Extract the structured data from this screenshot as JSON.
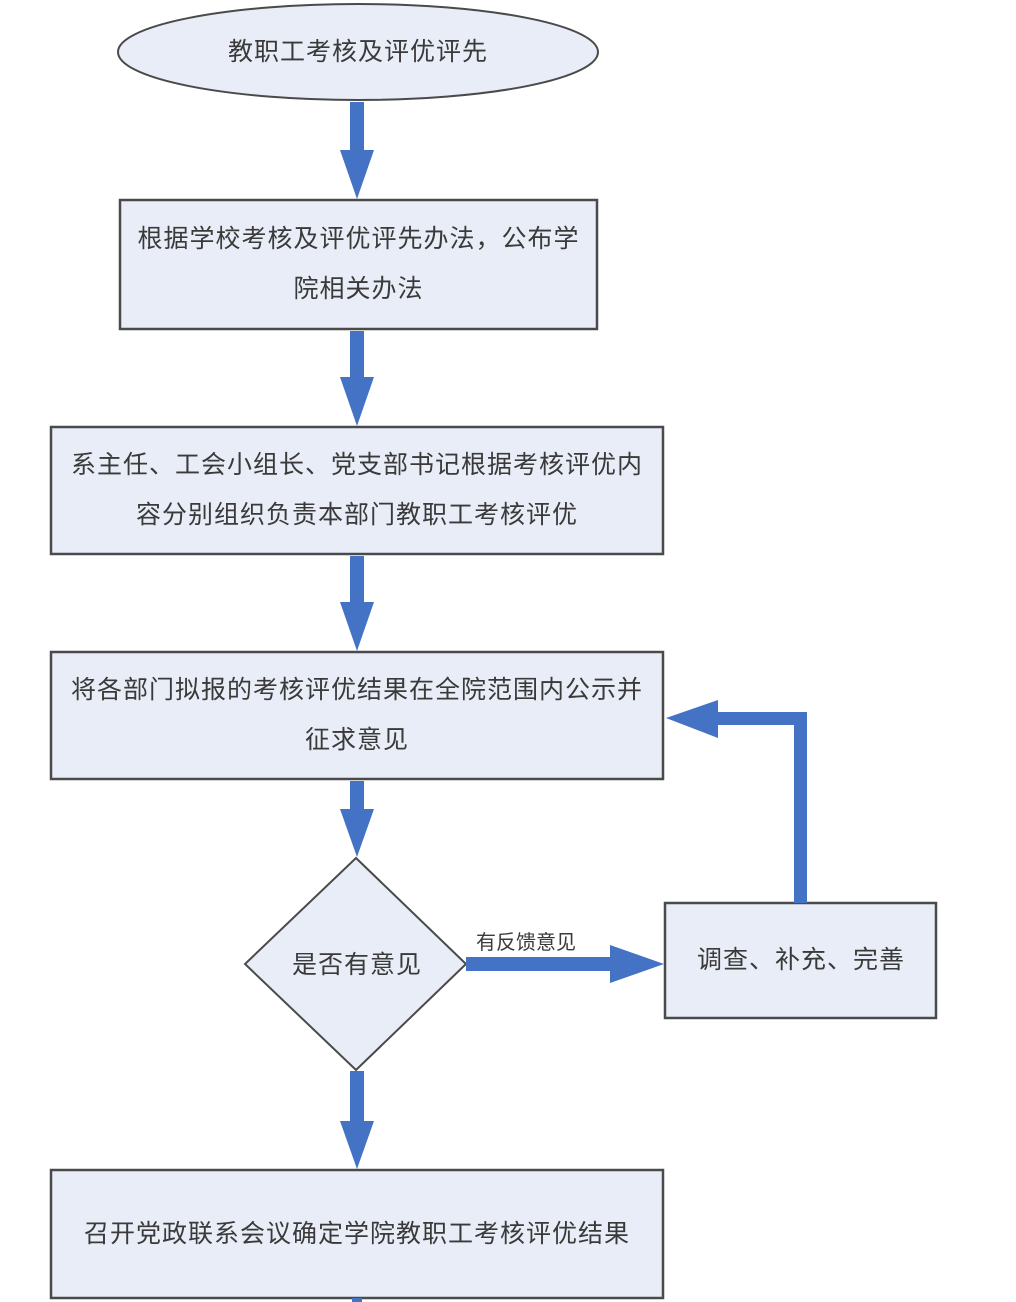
{
  "colors": {
    "node_fill": "#e8edf7",
    "node_stroke": "#4a4a4a",
    "arrow": "#4472c4",
    "text": "#3a3a3a",
    "background": "#ffffff"
  },
  "nodes": {
    "start": {
      "shape": "ellipse",
      "text": "教职工考核及评优评先"
    },
    "step1": {
      "shape": "rectangle",
      "text": "根据学校考核及评优评先办法，公布学院相关办法"
    },
    "step2": {
      "shape": "rectangle",
      "text": "系主任、工会小组长、党支部书记根据考核评优内容分别组织负责本部门教职工考核评优"
    },
    "step3": {
      "shape": "rectangle",
      "text": "将各部门拟报的考核评优结果在全院范围内公示并征求意见"
    },
    "decision": {
      "shape": "diamond",
      "text": "是否有意见"
    },
    "side": {
      "shape": "rectangle",
      "text": "调查、补充、完善"
    },
    "step4": {
      "shape": "rectangle",
      "text": "召开党政联系会议确定学院教职工考核评优结果"
    }
  },
  "edges": [
    {
      "from": "start",
      "to": "step1",
      "label": ""
    },
    {
      "from": "step1",
      "to": "step2",
      "label": ""
    },
    {
      "from": "step2",
      "to": "step3",
      "label": ""
    },
    {
      "from": "step3",
      "to": "decision",
      "label": ""
    },
    {
      "from": "decision",
      "to": "side",
      "label": "有反馈意见"
    },
    {
      "from": "side",
      "to": "step3",
      "label": ""
    },
    {
      "from": "decision",
      "to": "step4",
      "label": ""
    }
  ]
}
